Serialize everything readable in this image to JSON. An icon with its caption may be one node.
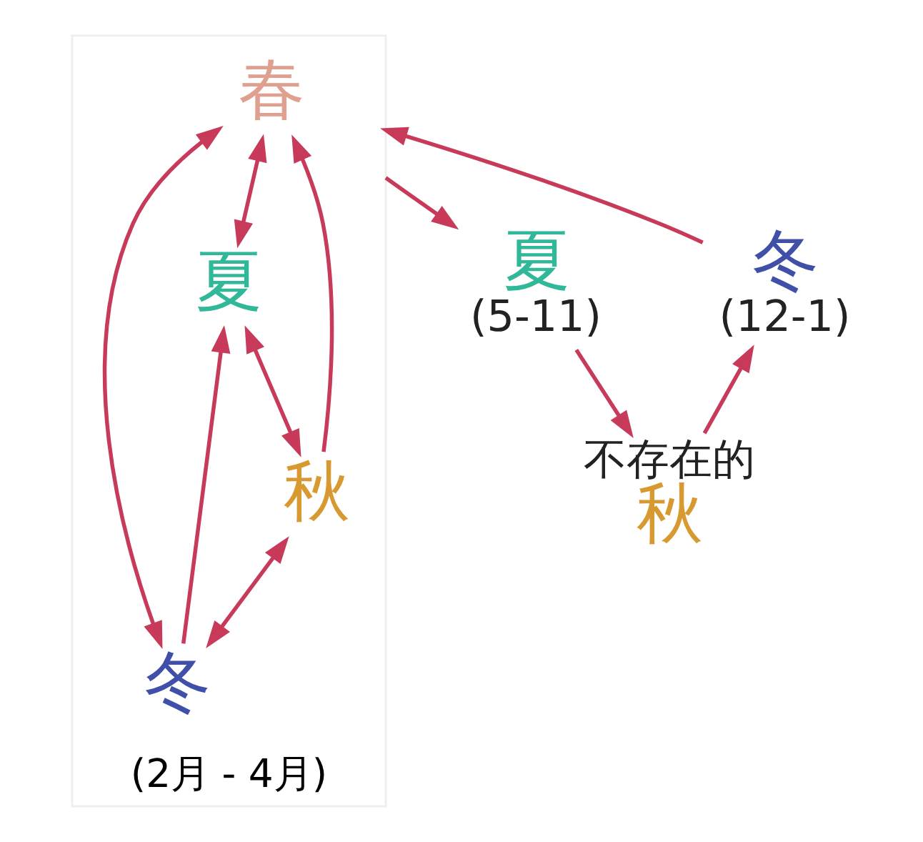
{
  "diagram": {
    "nodes": [
      {
        "text": [
          "(2月 - 4月)"
        ]
      },
      {
        "text": [
          "春"
        ],
        "in": 0
      },
      {
        "text": [
          "冬"
        ],
        "in": 0
      },
      {
        "text": [
          "夏"
        ],
        "in": 0
      },
      {
        "text": [
          "秋"
        ],
        "in": 0
      },
      {
        "text": [
          "夏",
          "(5-11)"
        ]
      },
      {
        "text": [
          "不存在的",
          "秋"
        ]
      },
      {
        "text": [
          "冬",
          "(12-1)"
        ]
      }
    ],
    "edges": [
      {
        "from": 1,
        "to": 3,
        "arrow": "both"
      },
      {
        "from": 3,
        "to": 4,
        "arrow": "both"
      },
      {
        "from": 4,
        "to": 2,
        "arrow": "both"
      },
      {
        "from": 2,
        "to": 1,
        "arrow": "both"
      },
      {
        "from": 2,
        "to": 3,
        "arrow": "to"
      },
      {
        "from": 4,
        "to": 1,
        "arrow": "to"
      },
      {
        "from": 0,
        "to": 5,
        "arrow": "to"
      },
      {
        "from": 5,
        "to": 6,
        "arrow": "to"
      },
      {
        "from": 6,
        "to": 7,
        "arrow": "to"
      },
      {
        "from": 7,
        "to": 0,
        "arrow": "to"
      }
    ]
  }
}
